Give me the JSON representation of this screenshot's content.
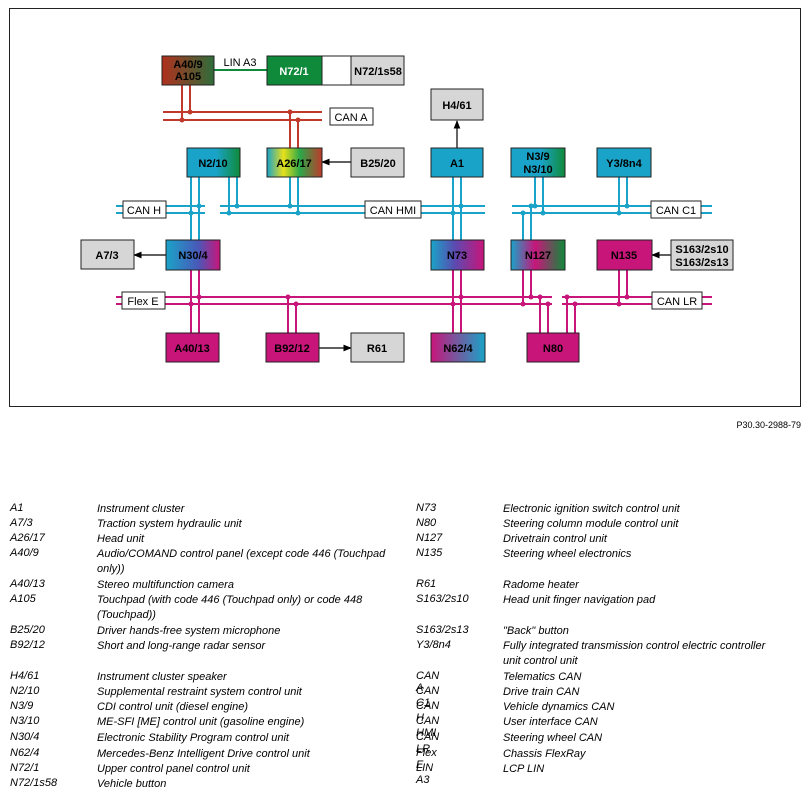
{
  "diagram": {
    "figure_id": "P30.30-2988-79",
    "components": {
      "A40_9": "A40/9",
      "A105": "A105",
      "N72_1": "N72/1",
      "N72_1s58": "N72/1s58",
      "H4_61": "H4/61",
      "N2_10": "N2/10",
      "A26_17": "A26/17",
      "B25_20": "B25/20",
      "A1": "A1",
      "N3_9": "N3/9",
      "N3_10": "N3/10",
      "Y3_8n4": "Y3/8n4",
      "A7_3": "A7/3",
      "N30_4": "N30/4",
      "N73": "N73",
      "N127": "N127",
      "N135": "N135",
      "S163_2s10": "S163/2s10",
      "S163_2s13": "S163/2s13",
      "A40_13": "A40/13",
      "B92_12": "B92/12",
      "R61": "R61",
      "N62_4": "N62/4",
      "N80": "N80"
    },
    "buses": {
      "lin_a3": "LIN A3",
      "can_a": "CAN A",
      "can_h": "CAN H",
      "can_hmi": "CAN HMI",
      "can_c1": "CAN C1",
      "flex_e": "Flex E",
      "can_lr": "CAN LR"
    },
    "colors": {
      "can_a_red": "#c0392b",
      "can_cyan": "#1aa3c8",
      "flex_magenta": "#c8157a",
      "green": "#0f8a3a",
      "grey": "#d6d6d6",
      "dark_red": "#a52a1e"
    }
  },
  "legend": {
    "left": [
      {
        "code": "A1",
        "desc": "Instrument cluster"
      },
      {
        "code": "A7/3",
        "desc": "Traction system hydraulic unit"
      },
      {
        "code": "A26/17",
        "desc": "Head unit"
      },
      {
        "code": "A40/9",
        "desc": "Audio/COMAND control panel (except code 446 (Touchpad only))"
      },
      {
        "code": "A40/13",
        "desc": "Stereo multifunction camera"
      },
      {
        "code": "A105",
        "desc": "Touchpad (with code 446 (Touchpad only) or code 448 (Touchpad))"
      },
      {
        "code": "B25/20",
        "desc": "Driver hands-free system microphone"
      },
      {
        "code": "B92/12",
        "desc": "Short and long-range radar sensor"
      },
      {
        "code": "H4/61",
        "desc": "Instrument cluster speaker"
      },
      {
        "code": "N2/10",
        "desc": "Supplemental restraint system control unit"
      },
      {
        "code": "N3/9",
        "desc": "CDI control unit (diesel engine)"
      },
      {
        "code": "N3/10",
        "desc": "ME-SFI [ME] control unit (gasoline engine)"
      },
      {
        "code": "N30/4",
        "desc": "Electronic Stability Program control unit"
      },
      {
        "code": "N62/4",
        "desc": "Mercedes-Benz Intelligent Drive control unit"
      },
      {
        "code": "N72/1",
        "desc": "Upper control panel control unit"
      },
      {
        "code": "N72/1s58",
        "desc": "Vehicle button"
      }
    ],
    "right": [
      {
        "code": "N73",
        "desc": "Electronic ignition switch control unit"
      },
      {
        "code": "N80",
        "desc": "Steering column module control unit"
      },
      {
        "code": "N127",
        "desc": "Drivetrain control unit"
      },
      {
        "code": "N135",
        "desc": "Steering wheel electronics"
      },
      {
        "code": "R61",
        "desc": "Radome heater"
      },
      {
        "code": "S163/2s10",
        "desc": "Head unit finger navigation pad"
      },
      {
        "code": "S163/2s13",
        "desc": "\"Back\" button"
      },
      {
        "code": "Y3/8n4",
        "desc": "Fully integrated transmission control electric controller unit control unit"
      },
      {
        "code": "CAN A",
        "desc": "Telematics CAN"
      },
      {
        "code": "CAN C1",
        "desc": "Drive train CAN"
      },
      {
        "code": "CAN H",
        "desc": "Vehicle dynamics CAN"
      },
      {
        "code": "CAN HMI",
        "desc": "User interface CAN"
      },
      {
        "code": "CAN LR",
        "desc": "Steering wheel CAN"
      },
      {
        "code": "Flex E",
        "desc": "Chassis FlexRay"
      },
      {
        "code": "LIN A3",
        "desc": "LCP LIN"
      }
    ]
  }
}
